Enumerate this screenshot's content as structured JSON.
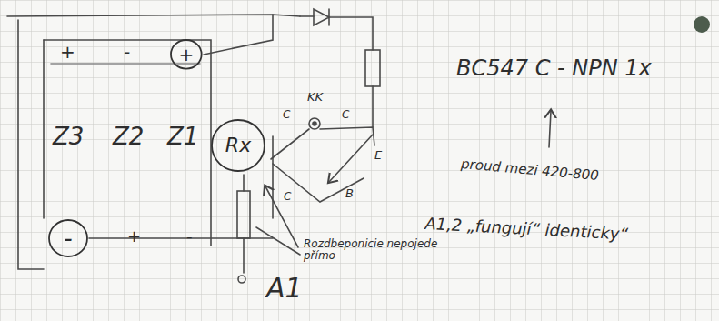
{
  "diagram": {
    "nodes": [
      {
        "text": [
          "+"
        ]
      },
      {
        "text": [
          "Rx"
        ]
      },
      {
        "text": [
          "-"
        ]
      }
    ],
    "labels": [
      "+",
      "-",
      "Z3",
      "Z2",
      "Z1",
      "KK",
      "C",
      "C",
      "E",
      "B",
      "C",
      "BC547 C - NPN 1x",
      "proud mezi 420-800",
      "+",
      "-",
      "Rozdbeponicie nepojede přímo",
      "A1,2 „fungují“ identicky“",
      "A1"
    ]
  }
}
